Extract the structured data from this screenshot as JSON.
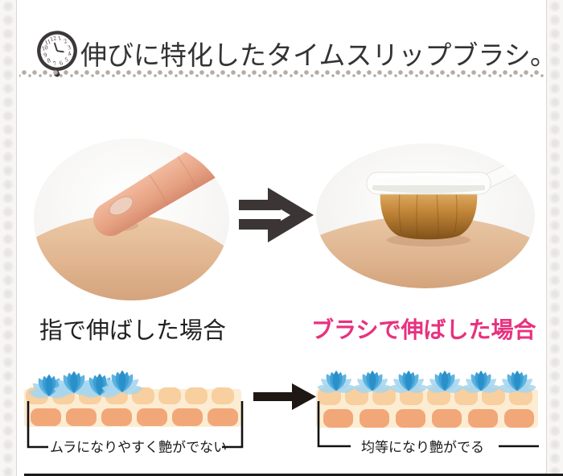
{
  "header": {
    "icon": "clock-icon",
    "title": "伸びに特化したタイムスリップブラシ。"
  },
  "comparison": {
    "arrow_icon": "double-arrow-right-icon",
    "left_caption": "指で伸ばした場合",
    "right_caption": "ブラシで伸ばした場合"
  },
  "diagrams": {
    "arrow_icon": "arrow-right-icon",
    "left_label": "ムラになりやすく艶がでない",
    "right_label": "均等になり艶がでる",
    "left_flower_count": 4,
    "left_flower_layout": "clustered-left-uneven",
    "right_flower_count": 6,
    "right_flower_layout": "evenly-spaced"
  },
  "colors": {
    "accent_pink": "#e8317f",
    "title_text": "#333333",
    "flower_light": "#a6d6ef",
    "flower_mid": "#5fb3e0",
    "flower_dark": "#2b8fc9",
    "cell_top_row": "#f8cf9e",
    "cell_bottom_row": "#f2a778",
    "skin_strip": "#fcecd2",
    "lace": "#b5aba7",
    "compare_arrow": "#3b3535",
    "result_arrow": "#1e1713"
  }
}
